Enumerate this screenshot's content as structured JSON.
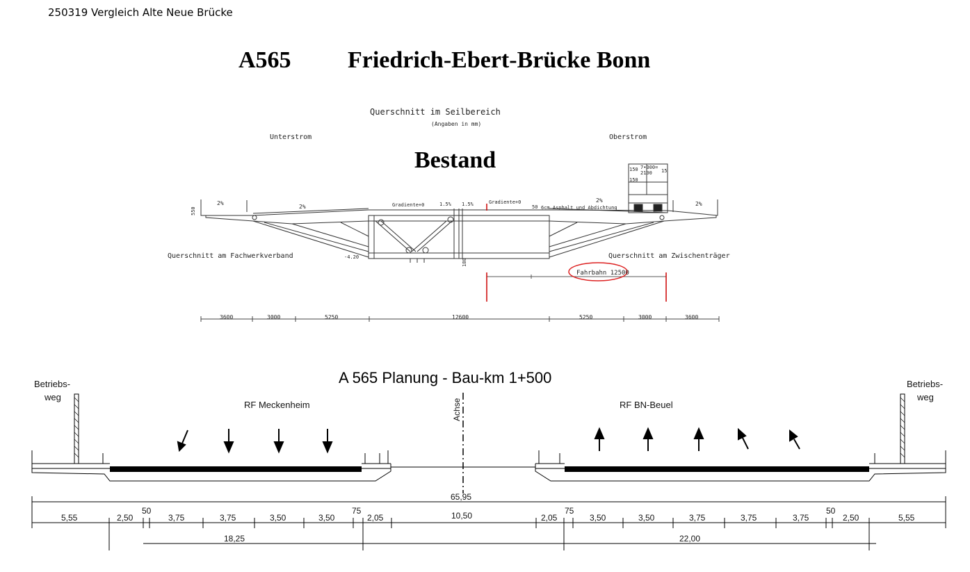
{
  "header": {
    "doc_title": "250319 Vergleich Alte Neue Brücke"
  },
  "title": {
    "road": "A565",
    "bridge": "Friedrich-Ebert-Brücke Bonn"
  },
  "existing": {
    "label": "Bestand",
    "drawing_title": "Querschnitt im Seilbereich",
    "drawing_subtitle": "(Angaben in mm)",
    "side_left": "Unterstrom",
    "side_right": "Oberstrom",
    "section_left": "Querschnitt am Fachwerkverband",
    "section_right": "Querschnitt am Zwischenträger",
    "slope_outer_left": "2%",
    "slope_inner_left": "2%",
    "slope_right_2": "2%",
    "slope_outer_right": "2%",
    "gradient_left": "Gradiente+0",
    "gradient_right": "Gradiente+0",
    "slope_center_left": "1.5%",
    "slope_center_right": "1.5%",
    "surfacing": "6cm Asphalt und Abdichtung",
    "left_height": "550",
    "depth": "-4.20",
    "bottom_dim": "180",
    "roadway_label": "Fahrbahn 12500",
    "tower_150a": "150",
    "tower_150b": "150",
    "tower_top": "7•300=",
    "tower_2100": "2100",
    "tower_15": "15",
    "tower_50": "50",
    "dims": [
      "3600",
      "3000",
      "5250",
      "12600",
      "5250",
      "3000",
      "3600"
    ]
  },
  "planned": {
    "title": "A 565 Planung - Bau-km 1+500",
    "walkway_left_1": "Betriebs-",
    "walkway_left_2": "weg",
    "walkway_right_1": "Betriebs-",
    "walkway_right_2": "weg",
    "direction_left": "RF Meckenheim",
    "direction_right": "RF BN-Beuel",
    "axis_label": "Achse",
    "total_width": "65,95",
    "dims": [
      "5,55",
      "2,50",
      "50",
      "3,75",
      "3,75",
      "3,50",
      "3,50",
      "75",
      "2,05",
      "10,50",
      "2,05",
      "75",
      "3,50",
      "3,50",
      "3,75",
      "3,75",
      "3,75",
      "50",
      "2,50",
      "5,55"
    ],
    "sub_left": "18,25",
    "sub_right": "22,00"
  }
}
